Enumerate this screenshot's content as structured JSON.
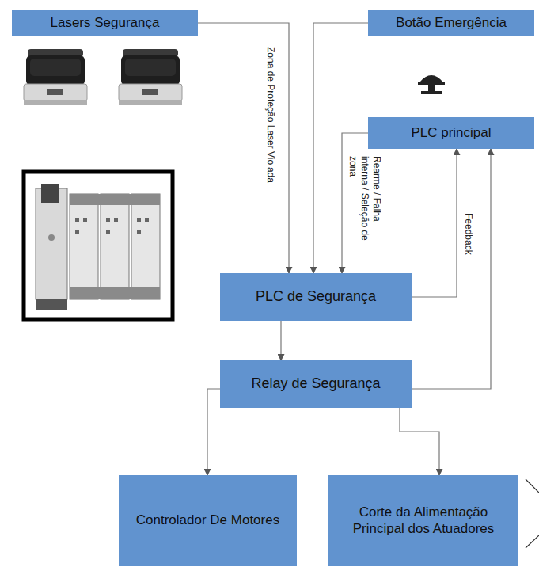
{
  "diagram": {
    "nodes": [
      {
        "text": [
          "Lasers Segurança"
        ]
      },
      {
        "text": [
          "Botão Emergência"
        ]
      },
      {
        "text": [
          "PLC principal"
        ]
      },
      {
        "text": [
          "PLC de Segurança"
        ]
      },
      {
        "text": [
          "Relay de Segurança"
        ]
      },
      {
        "text": [
          "Controlador De Motores"
        ]
      },
      {
        "text": [
          "Corte da Alimentação Principal dos Atuadores"
        ]
      }
    ],
    "edges": [
      {
        "from": 0,
        "to": 3,
        "label": "Zona de Proteção Laser Violada",
        "arrow": "to"
      },
      {
        "from": 1,
        "to": 3,
        "arrow": "to"
      },
      {
        "from": 2,
        "to": 3,
        "label": "Rearme / Falha interna / Seleção de zona",
        "arrow": "to"
      },
      {
        "from": 3,
        "to": 2,
        "label": "Feedback",
        "arrow": "to"
      },
      {
        "from": 4,
        "to": 2,
        "arrow": "to"
      },
      {
        "from": 3,
        "to": 4,
        "arrow": "to"
      },
      {
        "from": 4,
        "to": 5,
        "arrow": "to"
      },
      {
        "from": 4,
        "to": 6,
        "arrow": "to"
      }
    ]
  }
}
